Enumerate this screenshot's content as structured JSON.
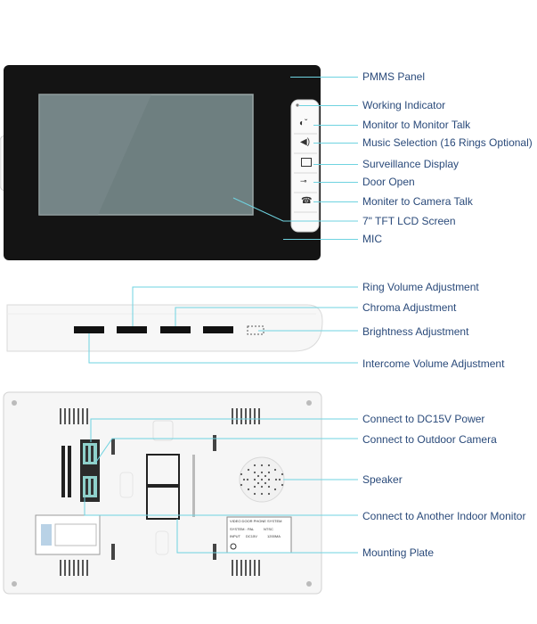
{
  "front_labels": [
    "PMMS Panel",
    "Working Indicator",
    "Monitor to Monitor Talk",
    "Music Selection (16 Rings Optional)",
    "Surveillance Display",
    "Door Open",
    "Moniter to Camera Talk",
    "7\" TFT LCD Screen",
    "MIC"
  ],
  "side_labels": [
    "Ring Volume Adjustment",
    "Chroma Adjustment",
    "Brightness Adjustment",
    "Intercome Volume Adjustment"
  ],
  "back_labels": [
    "Connect to DC15V Power",
    "Connect to Outdoor Camera",
    "Speaker",
    "Connect to Another Indoor Monitor",
    "Mounting Plate"
  ],
  "rear_sticker": {
    "title": "VIDEO DOOR PHONE SYSTEM",
    "system_label": "SYSTEM :",
    "pal": "PAL",
    "ntsc": "NTSC",
    "input_label": "INPUT",
    "input_value": "DC15V",
    "current": "1200MA"
  },
  "colors": {
    "leader": "#6fd3e0",
    "label_text": "#2a4a7a",
    "bezel": "#141414",
    "screen": "#6e7f80"
  },
  "icons": [
    "monitor-talk-icon",
    "speaker-icon",
    "surveillance-icon",
    "key-icon",
    "phone-icon"
  ]
}
